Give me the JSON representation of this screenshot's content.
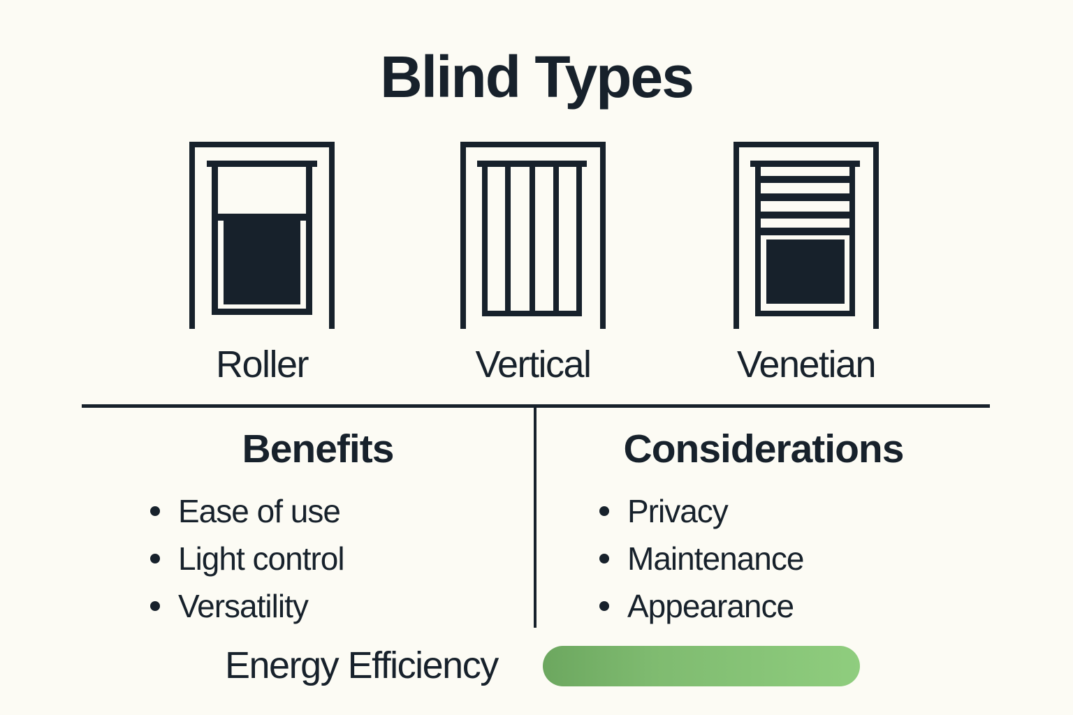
{
  "title": "Blind Types",
  "blind_types": [
    {
      "label": "Roller"
    },
    {
      "label": "Vertical"
    },
    {
      "label": "Venetian"
    }
  ],
  "benefits": {
    "heading": "Benefits",
    "items": [
      "Ease of use",
      "Light control",
      "Versatility"
    ]
  },
  "considerations": {
    "heading": "Considerations",
    "items": [
      "Privacy",
      "Maintenance",
      "Appearance"
    ]
  },
  "energy_efficiency": {
    "label": "Energy Efficiency"
  },
  "colors": {
    "ink": "#17212b",
    "background": "#fcfbf4",
    "energy_bar_start": "#6ca75f",
    "energy_bar_end": "#8fcd7e"
  }
}
